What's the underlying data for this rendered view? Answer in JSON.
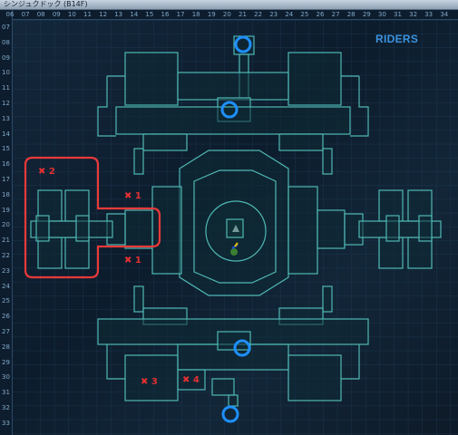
{
  "window": {
    "title": "シンジュクドック (B14F)"
  },
  "column_labels": [
    "06",
    "07",
    "08",
    "09",
    "10",
    "11",
    "12",
    "13",
    "14",
    "15",
    "16",
    "17",
    "18",
    "19",
    "20",
    "21",
    "22",
    "23",
    "24",
    "25",
    "26",
    "27",
    "28",
    "29",
    "30",
    "31",
    "32",
    "33",
    "34"
  ],
  "row_labels": [
    "07",
    "08",
    "09",
    "10",
    "11",
    "12",
    "13",
    "14",
    "15",
    "16",
    "17",
    "18",
    "19",
    "20",
    "21",
    "22",
    "23",
    "24",
    "25",
    "26",
    "27",
    "28",
    "29",
    "30",
    "31",
    "32",
    "33"
  ],
  "map_label": "RIDERS",
  "markers": [
    {
      "symbol": "✖",
      "label": "2",
      "color": "#e23030"
    },
    {
      "symbol": "✖",
      "label": "1",
      "color": "#e23030"
    },
    {
      "symbol": "✖",
      "label": "1",
      "color": "#e23030"
    },
    {
      "symbol": "✖",
      "label": "3",
      "color": "#e23030"
    },
    {
      "symbol": "✖",
      "label": "4",
      "color": "#e23030"
    }
  ],
  "warp_points": [
    "ring-icon",
    "ring-icon",
    "ring-icon",
    "ring-icon"
  ],
  "colors": {
    "grid": "#1e3a56",
    "walls": "#4fb8b4",
    "highlight": "#e83a3a",
    "rings": "#1e90ff",
    "label": "#3a93e0"
  }
}
